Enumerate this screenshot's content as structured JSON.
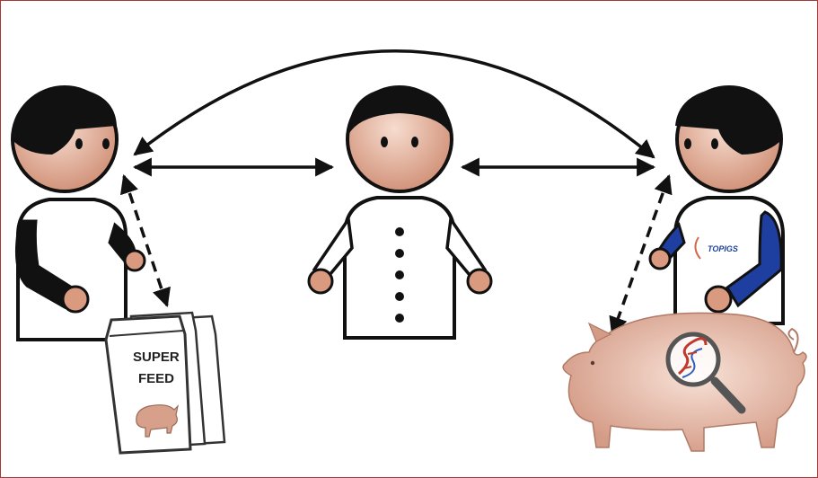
{
  "colors": {
    "frame": "#a33a3a",
    "skin": "#d99a80",
    "hair": "#111111",
    "left_sleeve": "#111111",
    "right_sleeve": "#1f3fa0",
    "pig": "#dca593",
    "outline": "#111111"
  },
  "figures": [
    {
      "role": "person-left",
      "sleeve": "black"
    },
    {
      "role": "person-center",
      "coat": "buttoned white coat"
    },
    {
      "role": "person-right",
      "sleeve": "blue"
    }
  ],
  "feed_bag": {
    "line1": "SUPER",
    "line2": "FEED"
  },
  "shirt_logo": {
    "text": "TOPIGS"
  },
  "icons": [
    "dna-magnifier-icon",
    "pig-icon",
    "feed-bag-icon"
  ]
}
